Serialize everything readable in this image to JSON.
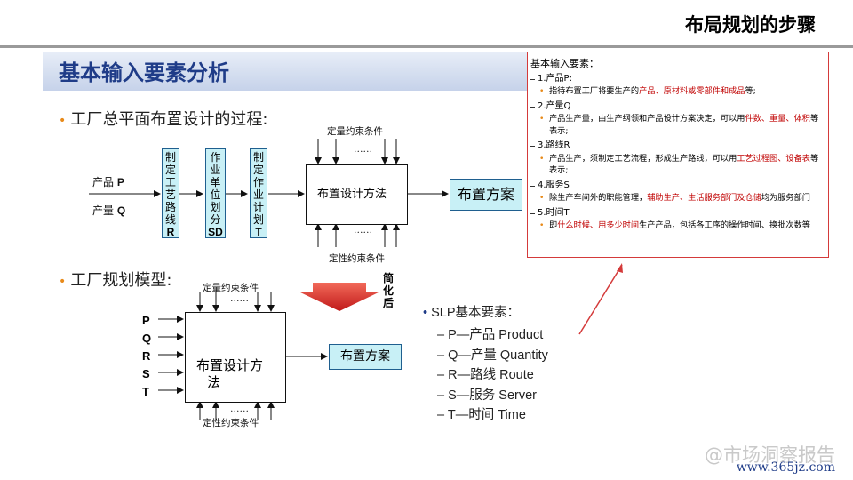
{
  "header": {
    "title": "布局规划的步骤"
  },
  "section": {
    "title": "基本输入要素分析"
  },
  "process": {
    "bullet": "工厂总平面布置设计的过程:",
    "input_p_label": "产品",
    "input_p_tag": "P",
    "input_q_label": "产量",
    "input_q_tag": "Q",
    "box1": {
      "chars": [
        "制",
        "定",
        "工",
        "艺",
        "路",
        "线"
      ],
      "tag": "R"
    },
    "box2": {
      "chars": [
        "作",
        "业",
        "单",
        "位",
        "划",
        "分"
      ],
      "tag": "SD"
    },
    "box3": {
      "chars": [
        "制",
        "定",
        "作",
        "业",
        "计",
        "划"
      ],
      "tag": "T"
    },
    "quant_constraint": "定量约束条件",
    "qual_constraint": "定性约束条件",
    "ellipsis": "……",
    "method": "布置设计方法",
    "plan": "布置方案"
  },
  "model": {
    "bullet": "工厂规划模型:",
    "letters": [
      "P",
      "Q",
      "R",
      "S",
      "T"
    ],
    "quant_constraint": "定量约束条件",
    "qual_constraint": "定性约束条件",
    "ellipsis": "……",
    "method_line1": "布置设计方",
    "method_line2": "法",
    "plan": "布置方案",
    "simplify_chars": [
      "简",
      "化",
      "后"
    ]
  },
  "slp": {
    "heading": "SLP基本要素：",
    "items": [
      "– P—产品 Product",
      "– Q—产量 Quantity",
      "– R—路线 Route",
      "– S—服务 Server",
      "– T—时间 Time"
    ]
  },
  "panel": {
    "title": "基本输入要素：",
    "items": [
      {
        "label": "1.产品P:",
        "desc": [
          {
            "t": "指待布置工厂将要生产的",
            "red": false
          },
          {
            "t": "产品、原材料或零部件和成品",
            "red": true
          },
          {
            "t": "等;",
            "red": false
          }
        ]
      },
      {
        "label": "2.产量Q",
        "desc": [
          {
            "t": "产品生产量，由生产纲领和产品设计方案决定，可以用",
            "red": false
          },
          {
            "t": "件数、重量、体积",
            "red": true
          },
          {
            "t": "等表示;",
            "red": false
          }
        ]
      },
      {
        "label": "3.路线R",
        "desc": [
          {
            "t": "产品生产，须制定工艺流程，形成生产路线，可以用",
            "red": false
          },
          {
            "t": "工艺过程图、设备表",
            "red": true
          },
          {
            "t": "等表示;",
            "red": false
          }
        ]
      },
      {
        "label": "4.服务S",
        "desc": [
          {
            "t": "除生产车间外的职能管理，",
            "red": false
          },
          {
            "t": "辅助生产、生活服务部门及仓储",
            "red": true
          },
          {
            "t": "均为服务部门",
            "red": false
          }
        ]
      },
      {
        "label": "5.时间T",
        "desc": [
          {
            "t": "即",
            "red": false
          },
          {
            "t": "什么时候、用多少时间",
            "red": true
          },
          {
            "t": "生产产品，包括各工序的操作时间、换批次数等",
            "red": false
          }
        ]
      }
    ]
  },
  "watermark": {
    "text": "@市场洞察报告",
    "url": "www.365jz.com"
  },
  "colors": {
    "accent_red": "#c00000",
    "title_blue": "#1f3c88",
    "box_cyan": "#c8f0f6",
    "bullet_orange": "#e88a1a"
  }
}
